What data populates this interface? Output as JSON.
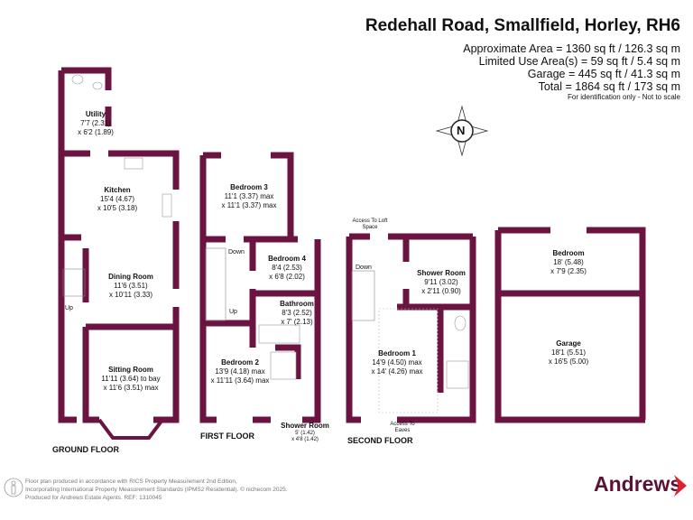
{
  "header": {
    "title": "Redehall Road, Smallfield, Horley, RH6",
    "areas": [
      "Approximate Area = 1360 sq ft / 126.3 sq m",
      "Limited Use Area(s) = 59 sq ft / 5.4 sq m",
      "Garage = 445 sq ft / 41.3 sq m",
      "Total = 1864 sq ft / 173 sq m"
    ],
    "note": "For identification only - Not to scale"
  },
  "compass": {
    "label": "N"
  },
  "colors": {
    "wall": "#6b1442",
    "brand": "#5a1236",
    "accent": "#e0202a"
  },
  "floors": {
    "ground": {
      "label": "GROUND FLOOR",
      "rooms": [
        {
          "name": "Utility",
          "dims": [
            "7'7 (2.31)",
            "x 6'2 (1.89)"
          ]
        },
        {
          "name": "Kitchen",
          "dims": [
            "15'4 (4.67)",
            "x 10'5 (3.18)"
          ]
        },
        {
          "name": "Dining Room",
          "dims": [
            "11'6 (3.51)",
            "x 10'11 (3.33)"
          ]
        },
        {
          "name": "Sitting Room",
          "dims": [
            "11'11 (3.64) to bay",
            "x 11'6 (3.51) max"
          ]
        }
      ],
      "stairs": "Up"
    },
    "first": {
      "label": "FIRST FLOOR",
      "rooms": [
        {
          "name": "Bedroom 3",
          "dims": [
            "11'1 (3.37) max",
            "x 11'1 (3.37) max"
          ]
        },
        {
          "name": "Bedroom 4",
          "dims": [
            "8'4 (2.53)",
            "x 6'8 (2.02)"
          ]
        },
        {
          "name": "Bathroom",
          "dims": [
            "8'3 (2.52)",
            "x 7' (2.13)"
          ]
        },
        {
          "name": "Bedroom 2",
          "dims": [
            "13'9 (4.18) max",
            "x 11'11 (3.64) max"
          ]
        },
        {
          "name": "Shower Room",
          "dims": [
            "5' (1.42)",
            "x 4'8 (1.42)"
          ]
        }
      ],
      "stairs_down": "Down",
      "stairs_up": "Up"
    },
    "second": {
      "label": "SECOND FLOOR",
      "rooms": [
        {
          "name": "Shower Room",
          "dims": [
            "9'11 (3.02)",
            "x 2'11 (0.90)"
          ]
        },
        {
          "name": "Bedroom 1",
          "dims": [
            "14'9 (4.50) max",
            "x 14' (4.26) max"
          ]
        }
      ],
      "loft": "Access To Loft Space",
      "eaves": "Access To Eaves",
      "stairs_down": "Down"
    },
    "garage": {
      "rooms": [
        {
          "name": "Bedroom",
          "dims": [
            "18' (5.48)",
            "x 7'9 (2.35)"
          ]
        },
        {
          "name": "Garage",
          "dims": [
            "18'1 (5.51)",
            "x 16'5 (5.00)"
          ]
        }
      ]
    }
  },
  "footer": {
    "lines": [
      "Floor plan produced in accordance with RICS Property Measurement 2nd Edition,",
      "Incorporating International Property Measurement Standards (IPMS2 Residential).   © nichecom 2025.",
      "Produced for Andrews Estate Agents.   REF: 1310045"
    ]
  },
  "logo": {
    "text": "Andrews"
  }
}
